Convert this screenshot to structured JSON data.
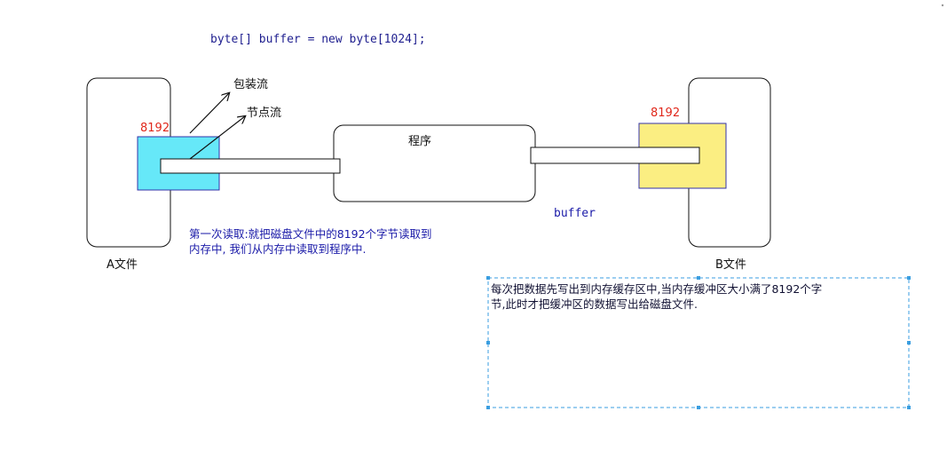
{
  "code_line": "byte[] buffer = new byte[1024];",
  "file_a": {
    "label": "A文件",
    "buffer_size": "8192",
    "buffer_color": "#66e8f8"
  },
  "file_b": {
    "label": "B文件",
    "buffer_size": "8192",
    "buffer_color": "#fbee82"
  },
  "program": {
    "label": "程序"
  },
  "streams": {
    "wrapper": "包装流",
    "node": "节点流"
  },
  "buffer_label": "buffer",
  "first_read_note": {
    "line1": "第一次读取:就把磁盘文件中的8192个字节读取到",
    "line2": "内存中, 我们从内存中读取到程序中."
  },
  "write_note": {
    "line1": "每次把数据先写出到内存缓存区中,当内存缓冲区大小满了8192个字",
    "line2": "节,此时才把缓冲区的数据写出给磁盘文件."
  }
}
